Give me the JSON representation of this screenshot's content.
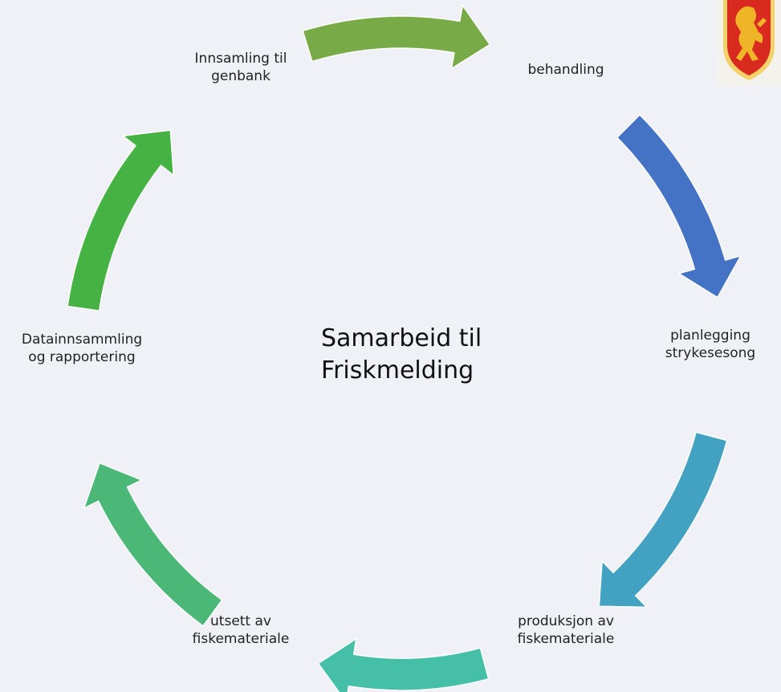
{
  "title": {
    "line1": "Samarbeid til",
    "line2": "Friskmelding"
  },
  "stages": [
    {
      "id": "innsamling",
      "lines": [
        "Innsamling til",
        "genbank"
      ]
    },
    {
      "id": "behandling",
      "lines": [
        "behandling"
      ]
    },
    {
      "id": "planlegging",
      "lines": [
        "planlegging",
        "strykesesong"
      ]
    },
    {
      "id": "produksjon",
      "lines": [
        "produksjon av",
        "fiskemateriale"
      ]
    },
    {
      "id": "utsett",
      "lines": [
        "utsett av",
        "fiskemateriale"
      ]
    },
    {
      "id": "datainnsamling",
      "lines": [
        "Datainnsammling",
        "og rapportering"
      ]
    }
  ],
  "arrows": [
    {
      "from": "innsamling",
      "to": "behandling",
      "color": "#78ab47"
    },
    {
      "from": "behandling",
      "to": "planlegging",
      "color": "#4472c4"
    },
    {
      "from": "planlegging",
      "to": "produksjon",
      "color": "#43a1c1"
    },
    {
      "from": "produksjon",
      "to": "utsett",
      "color": "#46bfa8"
    },
    {
      "from": "utsett",
      "to": "datainnsamling",
      "color": "#4bb877"
    },
    {
      "from": "datainnsamling",
      "to": "innsamling",
      "color": "#46b244"
    }
  ],
  "logo": {
    "icon": "coat-of-arms-lion-icon",
    "colors": {
      "shield": "#d82a1f",
      "lion": "#f0b429",
      "rim": "#f4d26a"
    }
  }
}
